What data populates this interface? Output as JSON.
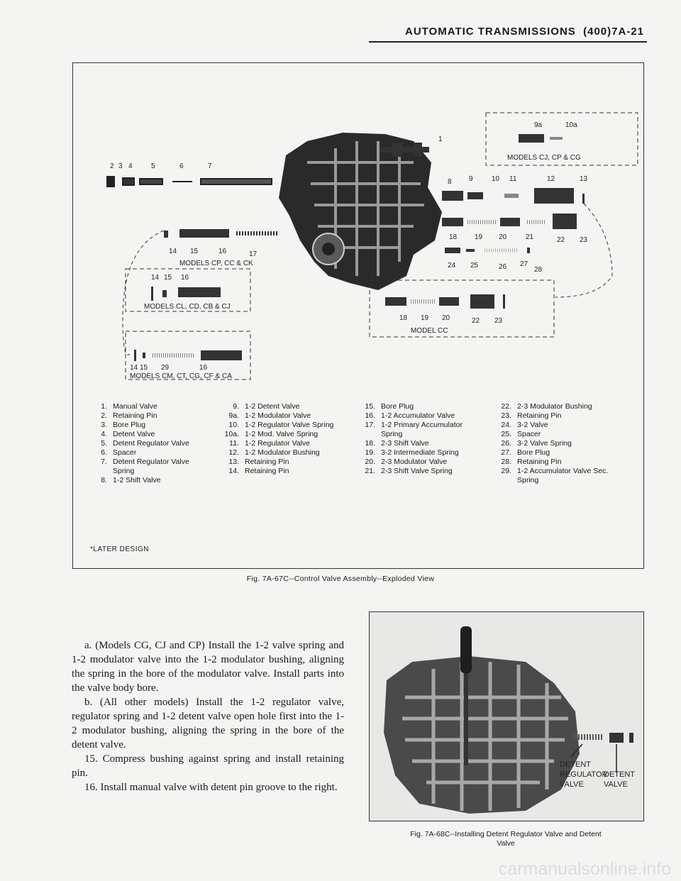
{
  "header": {
    "title": "AUTOMATIC TRANSMISSIONS",
    "page": "(400)7A-21"
  },
  "figure1": {
    "caption": "Fig. 7A-67C--Control Valve Assembly--Exploded View",
    "note": "*LATER DESIGN",
    "callouts": {
      "top_left": [
        "2",
        "3",
        "4",
        "5",
        "6",
        "7"
      ],
      "one": "1",
      "row_b": [
        "14",
        "15",
        "16",
        "17"
      ],
      "model_cp_cc_ck": "MODELS CP, CC & CK",
      "box_cl": [
        "14",
        "15",
        "16"
      ],
      "model_cl": "MODELS CL, CD, CB & CJ",
      "box_cm": [
        "14",
        "15",
        "29",
        "16"
      ],
      "model_cm": "MODELS CM, CT, CG, CF & CA",
      "box_cj_top": [
        "9a",
        "10a"
      ],
      "model_cj": "MODELS CJ, CP & CG",
      "row_8_13": [
        "8",
        "9",
        "10",
        "11",
        "12",
        "13"
      ],
      "row_18_23": [
        "18",
        "19",
        "20",
        "21",
        "22",
        "23"
      ],
      "row_24_28": [
        "24",
        "25",
        "26",
        "27",
        "28"
      ],
      "box_cc": [
        "18",
        "19",
        "20",
        "22",
        "23"
      ],
      "model_cc": "MODEL CC"
    },
    "legend": [
      [
        {
          "n": "1.",
          "t": "Manual Valve"
        },
        {
          "n": "2.",
          "t": "Retaining Pin"
        },
        {
          "n": "3.",
          "t": "Bore Plug"
        },
        {
          "n": "4.",
          "t": "Detent Valve"
        },
        {
          "n": "5.",
          "t": "Detent Regulator Valve"
        },
        {
          "n": "6.",
          "t": "Spacer"
        },
        {
          "n": "7.",
          "t": "Detent Regulator Valve Spring"
        },
        {
          "n": "8.",
          "t": "1-2 Shift Valve"
        }
      ],
      [
        {
          "n": "9.",
          "t": "1-2 Detent Valve"
        },
        {
          "n": "9a.",
          "t": "1-2 Modulator Valve"
        },
        {
          "n": "10.",
          "t": "1-2 Regulator Valve Spring"
        },
        {
          "n": "10a.",
          "t": "1-2 Mod. Valve Spring"
        },
        {
          "n": "11.",
          "t": "1-2 Regulator Valve"
        },
        {
          "n": "12.",
          "t": "1-2 Modulator Bushing"
        },
        {
          "n": "13.",
          "t": "Retaining Pin"
        },
        {
          "n": "14.",
          "t": "Retaining Pin"
        }
      ],
      [
        {
          "n": "15.",
          "t": "Bore Plug"
        },
        {
          "n": "16.",
          "t": "1-2 Accumulator Valve"
        },
        {
          "n": "17.",
          "t": "1-2 Primary Accumulator Spring"
        },
        {
          "n": "18.",
          "t": "2-3 Shift Valve"
        },
        {
          "n": "19.",
          "t": "3-2 Intermediate Spring"
        },
        {
          "n": "20.",
          "t": "2-3 Modulator Valve"
        },
        {
          "n": "21.",
          "t": "2-3 Shift Valve Spring"
        }
      ],
      [
        {
          "n": "22.",
          "t": "2-3 Modulator Bushing"
        },
        {
          "n": "23.",
          "t": "Retaining Pin"
        },
        {
          "n": "24.",
          "t": "3-2 Valve"
        },
        {
          "n": "25.",
          "t": "Spacer"
        },
        {
          "n": "26.",
          "t": "3-2 Valve Spring"
        },
        {
          "n": "27.",
          "t": "Bore Plug"
        },
        {
          "n": "28.",
          "t": "Retaining Pin"
        },
        {
          "n": "29.",
          "t": "1-2 Accumulator Valve Sec. Spring"
        }
      ]
    ]
  },
  "body": {
    "paragraphs": [
      "a. (Models CG, CJ and CP) Install the 1-2 valve spring and 1-2 modulator valve into the 1-2 modulator bushing, aligning the spring in the bore of the modulator valve. Install parts into the valve body bore.",
      "b. (All other models) Install the 1-2 regulator valve, regulator spring and 1-2 detent valve open hole first into the 1-2 modulator bushing, aligning the spring in the bore of the detent valve.",
      "15. Compress bushing against spring and install retaining pin.",
      "16. Install manual valve with detent pin groove to the right."
    ]
  },
  "figure2": {
    "caption_line1": "Fig. 7A-68C--Installing Detent Regulator Valve and Detent",
    "caption_line2": "Valve",
    "label_left_1": "DETENT",
    "label_left_2": "REGULATOR",
    "label_left_3": "VALVE",
    "label_right_1": "DETENT",
    "label_right_2": "VALVE"
  },
  "watermark": "carmanualsonline.info"
}
